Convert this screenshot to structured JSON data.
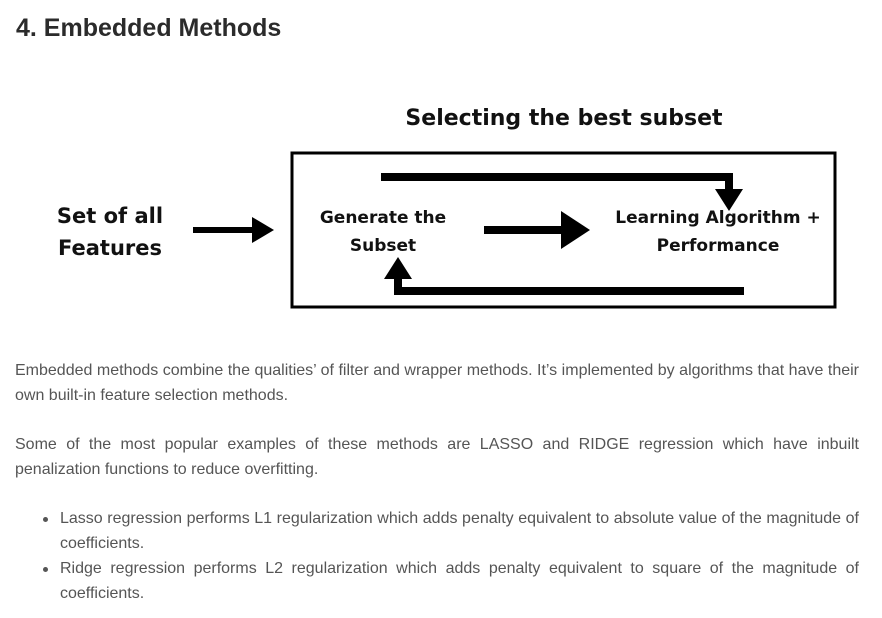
{
  "heading": "4. Embedded Methods",
  "diagram": {
    "title": "Selecting the best subset",
    "input_label": [
      "Set of all",
      "Features"
    ],
    "generate_label": [
      "Generate the",
      "Subset"
    ],
    "learning_label": [
      "Learning Algorithm +",
      "Performance"
    ]
  },
  "paragraphs": [
    "Embedded methods combine the qualities’ of filter and wrapper methods. It’s implemented by algorithms that have their own built-in feature selection methods.",
    "Some of the most popular examples of these methods are LASSO and RIDGE regression which have inbuilt penalization functions to reduce overfitting."
  ],
  "bullets": [
    "Lasso regression performs L1 regularization which adds penalty equivalent to absolute value of the magnitude of coefficients.",
    "Ridge regression performs L2 regularization which adds penalty equivalent to square of the magnitude of coefficients."
  ]
}
